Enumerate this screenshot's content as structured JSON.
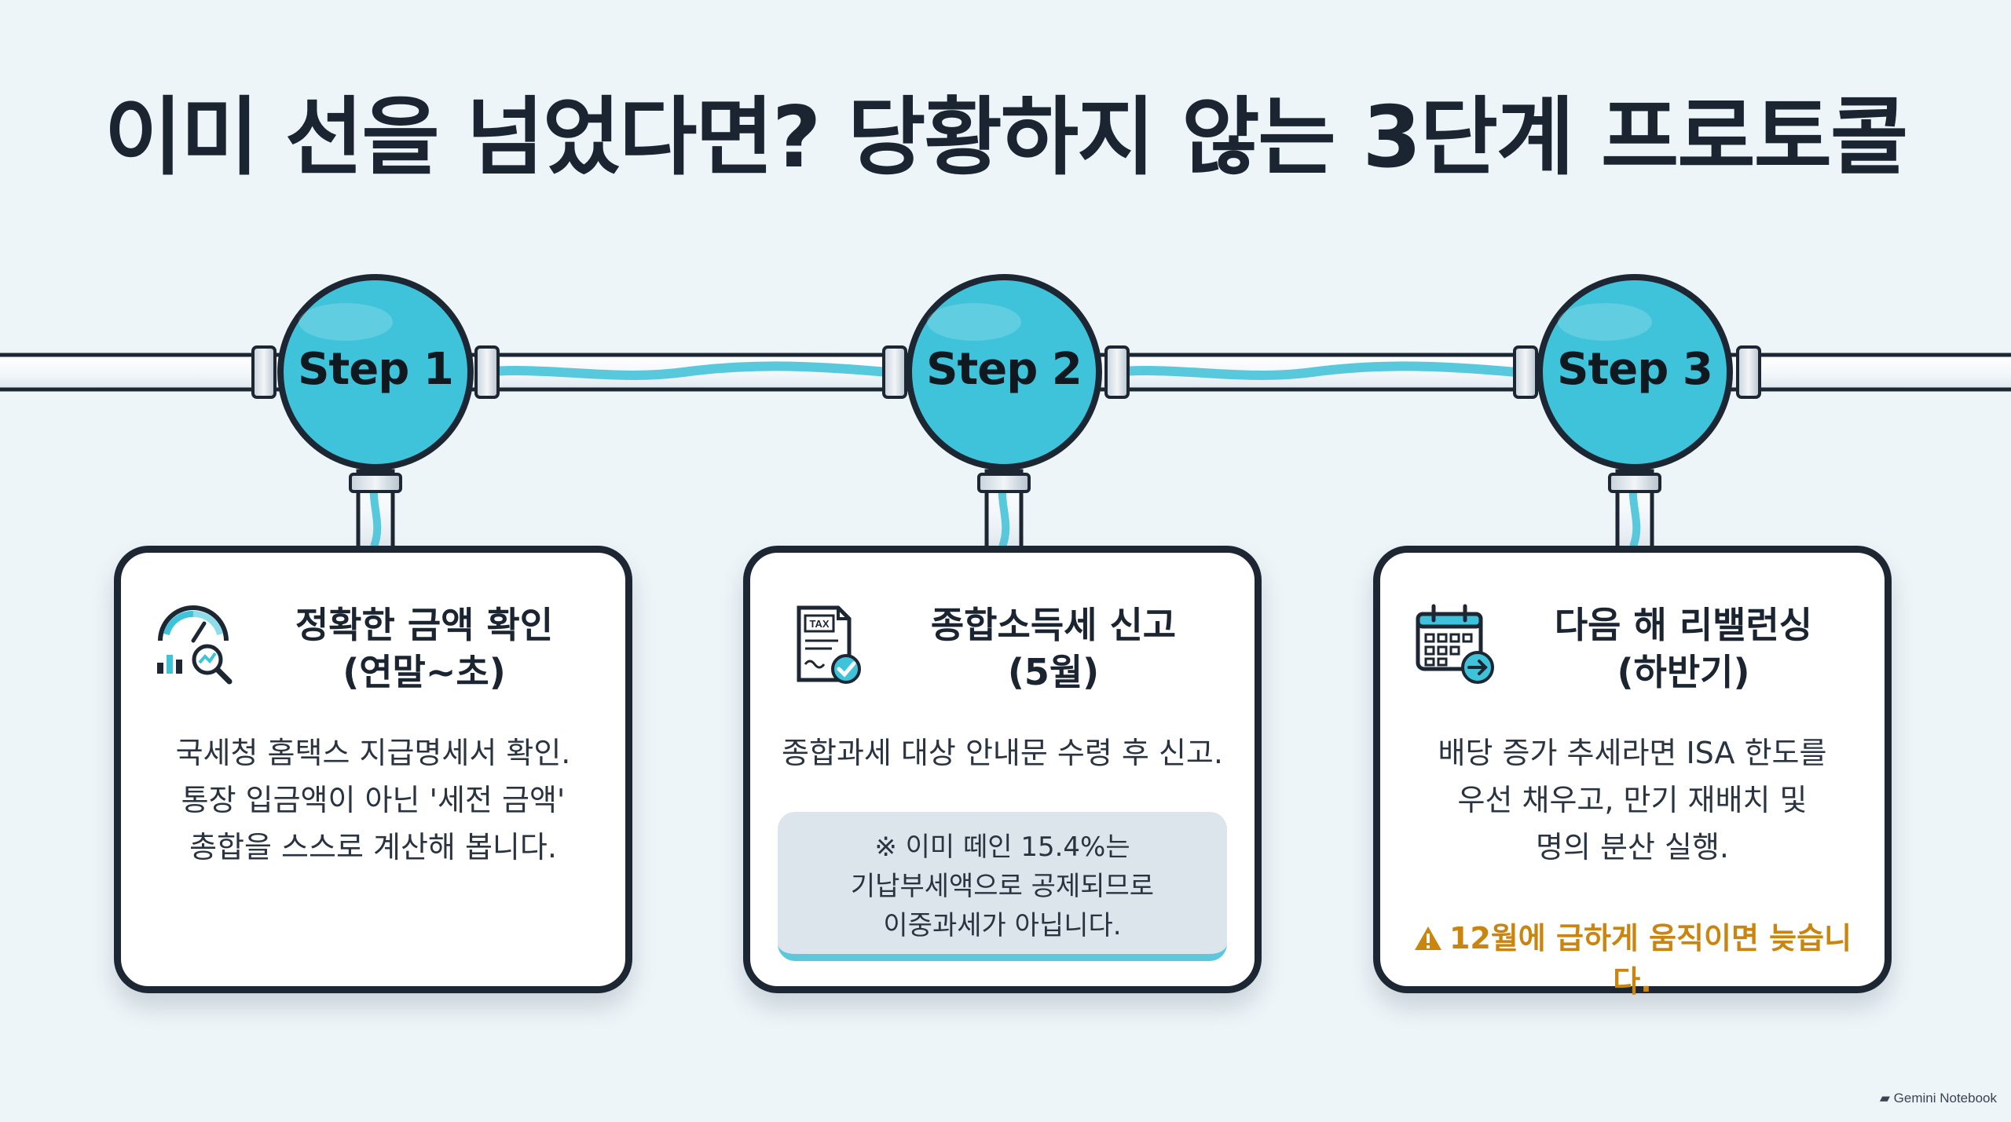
{
  "title": "이미 선을 넘었다면? 당황하지 않는 3단계 프로토콜",
  "colors": {
    "accent": "#3ec3da",
    "border": "#1d2733",
    "warning": "#c9850e",
    "background": "#eef5f9"
  },
  "steps": [
    {
      "label": "Step 1",
      "icon": "gauge-magnifier-icon",
      "title": [
        "정확한 금액 확인",
        "(연말~초)"
      ],
      "body": [
        "국세청 홈택스 지급명세서 확인.",
        "통장 입금액이 아닌 '세전 금액'",
        "총합을 스스로 계산해 봅니다."
      ]
    },
    {
      "label": "Step 2",
      "icon": "tax-document-check-icon",
      "title": [
        "종합소득세 신고",
        "(5월)"
      ],
      "body": [
        "종합과세 대상 안내문 수령 후 신고."
      ],
      "note": [
        "※ 이미 떼인 15.4%는",
        "기납부세액으로 공제되므로",
        "이중과세가 아닙니다."
      ]
    },
    {
      "label": "Step 3",
      "icon": "calendar-arrow-icon",
      "title": [
        "다음 해 리밸런싱",
        "(하반기)"
      ],
      "body": [
        "배당 증가 추세라면 ISA 한도를",
        "우선 채우고, 만기 재배치 및",
        "명의 분산 실행."
      ],
      "warning": "12월에 급하게 움직이면 늦습니다."
    }
  ],
  "footer": "Gemini Notebook"
}
